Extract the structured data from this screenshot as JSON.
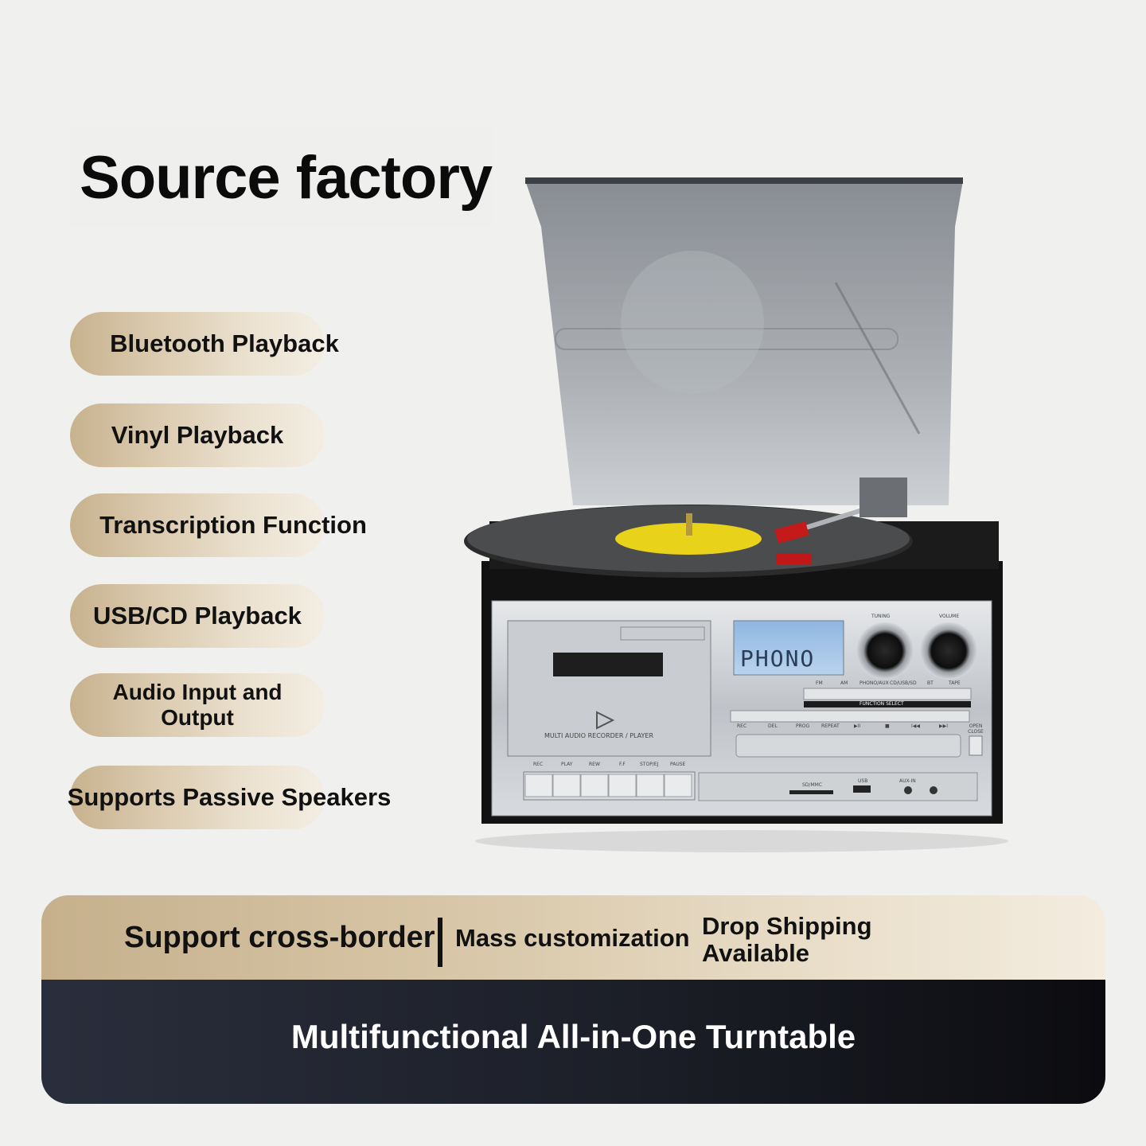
{
  "headline": "Source factory",
  "features": [
    "Bluetooth Playback",
    "Vinyl Playback",
    "Transcription Function",
    "USB/CD Playback",
    "Audio Input and Output",
    "Supports Passive Speakers"
  ],
  "banner": {
    "left": "Support cross-border",
    "middle": "Mass customization",
    "right": "Drop Shipping Available",
    "bottom": "Multifunctional All-in-One Turntable"
  },
  "device": {
    "display_text": "PHONO",
    "cassette_label": "MULTI AUDIO RECORDER / PLAYER",
    "cassette_buttons": [
      "REC",
      "PLAY",
      "REW",
      "F.F",
      "STOP/EJ",
      "PAUSE"
    ],
    "function_select": "FUNCTION SELECT",
    "function_modes": [
      "FM",
      "AM",
      "PHONO/AUX",
      "CD/USB/SD",
      "BT",
      "TAPE"
    ],
    "cd_buttons": [
      "REC",
      "DEL",
      "PROG",
      "REPEAT",
      "▶II",
      "■",
      "I◀◀",
      "▶▶I"
    ],
    "knob_labels": [
      "TUNING",
      "VOLUME"
    ],
    "open_close": "OPEN CLOSE",
    "ports": [
      "SD/MMC",
      "USB",
      "AUX-IN"
    ]
  }
}
